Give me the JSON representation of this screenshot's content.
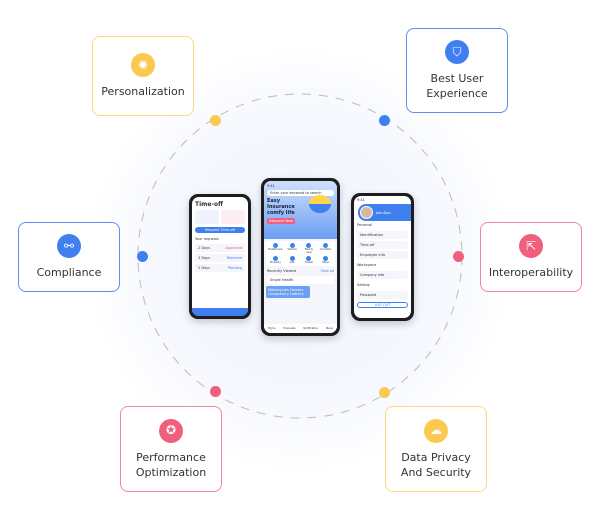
{
  "features": [
    {
      "label": "Personalization",
      "icon": "lightbulb-icon",
      "color": "#fbc94f"
    },
    {
      "label": "Best User Experience",
      "icon": "shield-icon",
      "color": "#3f7ff0"
    },
    {
      "label": "Compliance",
      "icon": "link-icon",
      "color": "#3f7ff0"
    },
    {
      "label": "Interoperability",
      "icon": "external-link-icon",
      "color": "#f0607e"
    },
    {
      "label": "Performance Optimization",
      "icon": "badge-icon",
      "color": "#f0607e"
    },
    {
      "label": "Data Privacy And Security",
      "icon": "cloud-shield-icon",
      "color": "#fbc94f"
    }
  ],
  "phone_left": {
    "title": "Time-off",
    "button": "Request Time-off",
    "section": "Your requests",
    "requests": [
      {
        "days": "2 Days",
        "status": "Approved"
      },
      {
        "days": "3 Days",
        "status": "Rejected"
      },
      {
        "days": "2 Days",
        "status": "Pending"
      }
    ]
  },
  "phone_center": {
    "time": "9:41",
    "search_placeholder": "Enter your keyword to search",
    "hero_title": "Easy Insurance comfy life",
    "hero_button": "Discover Now",
    "categories": [
      "Healthcare",
      "Vehicle",
      "Family care",
      "Accident",
      "Property",
      "Life",
      "Travel",
      "More"
    ],
    "recent_title": "Recently Viewed",
    "view_all": "View all",
    "recent_item": "Single Health",
    "banner": "Motorcycles Owners Compulsory Liability",
    "nav": [
      "Home",
      "Proposals",
      "Notification",
      "Menu"
    ]
  },
  "phone_right": {
    "time": "9:41",
    "user": "JohnDoe",
    "section_personal": "Personal",
    "personal_items": [
      "Identification",
      "Time-off",
      "Employee info"
    ],
    "section_workspace": "Workspace",
    "workspace_item": "Company info",
    "section_setting": "Setting",
    "setting_item": "Password",
    "logout": "LOG OUT"
  }
}
